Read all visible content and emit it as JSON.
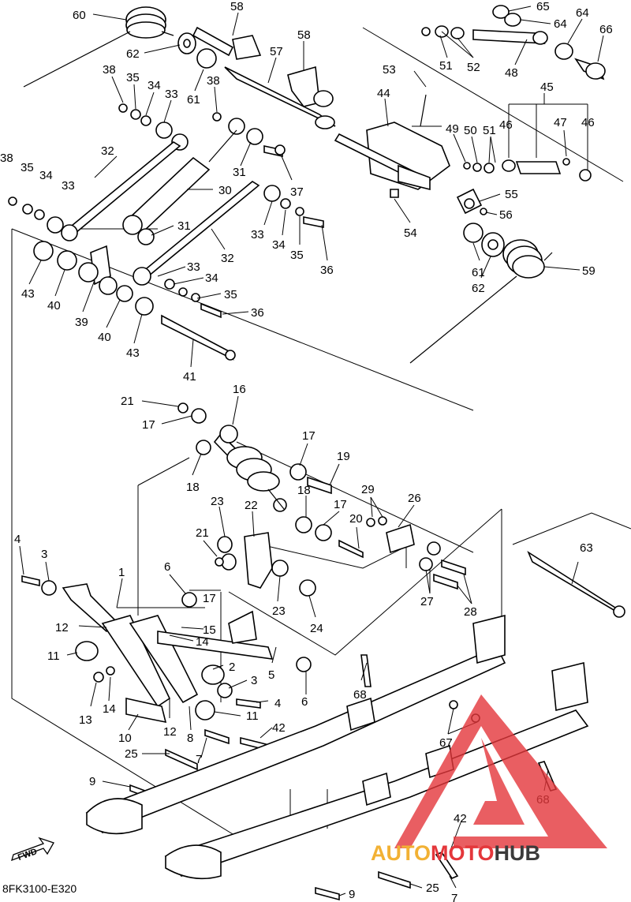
{
  "diagram_code": "8FK3100-E320",
  "fwd_label": "FWD",
  "watermark": {
    "part1": "AUTO",
    "part2": "MOTO",
    "part3": "HUB",
    "color_red": "#e4373b",
    "color_gold": "#f2b134",
    "color_dark": "#3b3b3b"
  },
  "labels": {
    "l60": "60",
    "l58a": "58",
    "l58b": "58",
    "l62a": "62",
    "l57": "57",
    "l61a": "61",
    "l38a": "38",
    "l35a": "35",
    "l34a": "34",
    "l33a": "33",
    "l38b": "38",
    "l65": "65",
    "l64a": "64",
    "l64b": "64",
    "l66": "66",
    "l51a": "51",
    "l52": "52",
    "l48": "48",
    "l53": "53",
    "l44": "44",
    "l45": "45",
    "l49": "49",
    "l50": "50",
    "l51b": "51",
    "l46a": "46",
    "l47": "47",
    "l46b": "46",
    "l32a": "32",
    "l31a": "31",
    "l37": "37",
    "l30": "30",
    "l38c": "38",
    "l35b": "35",
    "l34b": "34",
    "l33b": "33",
    "l55": "55",
    "l56": "56",
    "l54": "54",
    "l31b": "31",
    "l33c": "33",
    "l34c": "34",
    "l35c": "35",
    "l36a": "36",
    "l32b": "32",
    "l61b": "61",
    "l62b": "62",
    "l59": "59",
    "l43a": "43",
    "l40a": "40",
    "l39": "39",
    "l33d": "33",
    "l34d": "34",
    "l35d": "35",
    "l36b": "36",
    "l40b": "40",
    "l43b": "43",
    "l41": "41",
    "l16": "16",
    "l21a": "21",
    "l17a": "17",
    "l18a": "18",
    "l17b": "17",
    "l19": "19",
    "l18b": "18",
    "l17c": "17",
    "l29": "29",
    "l26": "26",
    "l20": "20",
    "l23a": "23",
    "l22": "22",
    "l21b": "21",
    "l4a": "4",
    "l3a": "3",
    "l1": "1",
    "l6a": "6",
    "l17d": "17",
    "l23b": "23",
    "l24": "24",
    "l27": "27",
    "l28": "28",
    "l63": "63",
    "l12a": "12",
    "l15": "15",
    "l14a": "14",
    "l11a": "11",
    "l2": "2",
    "l3b": "3",
    "l5": "5",
    "l6b": "6",
    "l4b": "4",
    "l13": "13",
    "l14b": "14",
    "l10": "10",
    "l12b": "12",
    "l8": "8",
    "l11b": "11",
    "l68a": "68",
    "l42a": "42",
    "l25a": "25",
    "l7a": "7",
    "l67": "67",
    "l68b": "68",
    "l9a": "9",
    "l42b": "42",
    "l7b": "7",
    "l25b": "25",
    "l9b": "9"
  }
}
